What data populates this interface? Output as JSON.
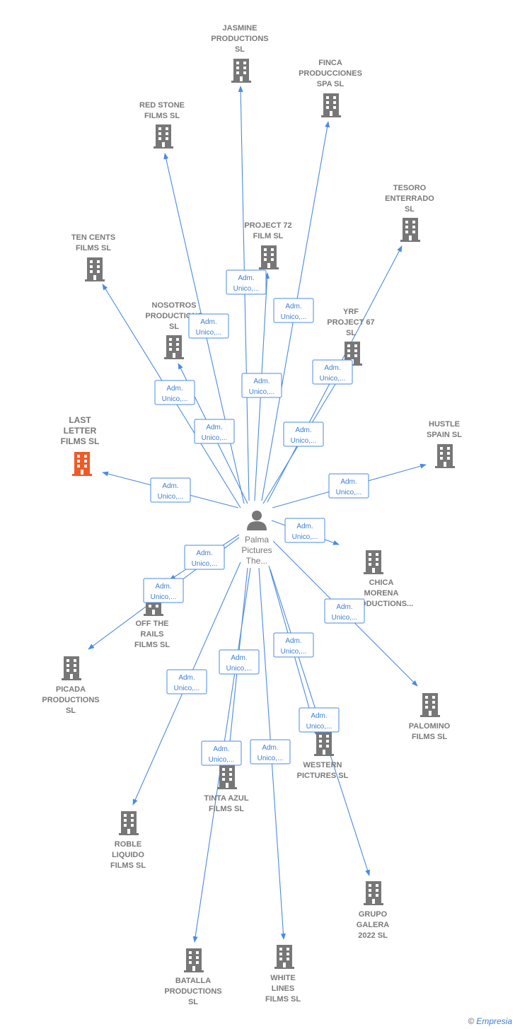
{
  "center": {
    "label_lines": [
      "Palma",
      "Pictures",
      "The..."
    ],
    "icon": "person-icon"
  },
  "edge_label_lines": [
    "Adm.",
    "Unico,..."
  ],
  "colors": {
    "edge": "#4a8be0",
    "building": "#777777",
    "highlight": "#f05a28"
  },
  "nodes": [
    {
      "id": "jasmine",
      "lines": [
        "JASMINE",
        "PRODUCTIONS",
        "SL"
      ]
    },
    {
      "id": "finca",
      "lines": [
        "FINCA",
        "PRODUCCIONES",
        "SPA  SL"
      ]
    },
    {
      "id": "redstone",
      "lines": [
        "RED STONE",
        "FILMS  SL"
      ]
    },
    {
      "id": "tesoro",
      "lines": [
        "TESORO",
        "ENTERRADO",
        "SL"
      ]
    },
    {
      "id": "project72",
      "lines": [
        "PROJECT 72",
        "FILM  SL"
      ]
    },
    {
      "id": "tencents",
      "lines": [
        "TEN CENTS",
        "FILMS  SL"
      ]
    },
    {
      "id": "nosotros",
      "lines": [
        "NOSOTROS",
        "PRODUCTIONS",
        "SL"
      ]
    },
    {
      "id": "yrf",
      "lines": [
        "YRF",
        "PROJECT 67",
        "SL"
      ]
    },
    {
      "id": "lastletter",
      "lines": [
        "LAST",
        "LETTER",
        "FILMS  SL"
      ],
      "highlight": true
    },
    {
      "id": "hustle",
      "lines": [
        "HUSTLE",
        "SPAIN  SL"
      ]
    },
    {
      "id": "chica",
      "lines": [
        "CHICA",
        "MORENA",
        "PRODUCTIONS..."
      ]
    },
    {
      "id": "offrails",
      "lines": [
        "OFF THE",
        "RAILS",
        "FILMS  SL"
      ]
    },
    {
      "id": "picada",
      "lines": [
        "PICADA",
        "PRODUCTIONS",
        "SL"
      ]
    },
    {
      "id": "palomino",
      "lines": [
        "PALOMINO",
        "FILMS  SL"
      ]
    },
    {
      "id": "western",
      "lines": [
        "WESTERN",
        "PICTURES  SL"
      ]
    },
    {
      "id": "tintaazul",
      "lines": [
        "TINTA AZUL",
        "FILMS  SL"
      ]
    },
    {
      "id": "roble",
      "lines": [
        "ROBLE",
        "LIQUIDO",
        "FILMS  SL"
      ]
    },
    {
      "id": "grupo",
      "lines": [
        "GRUPO",
        "GALERA",
        "2022  SL"
      ]
    },
    {
      "id": "batalla",
      "lines": [
        "BATALLA",
        "PRODUCTIONS",
        "SL"
      ]
    },
    {
      "id": "whitelines",
      "lines": [
        "WHITE",
        "LINES",
        "FILMS  SL"
      ]
    }
  ],
  "footer": {
    "copyright": "©",
    "brand": "Empresia"
  }
}
